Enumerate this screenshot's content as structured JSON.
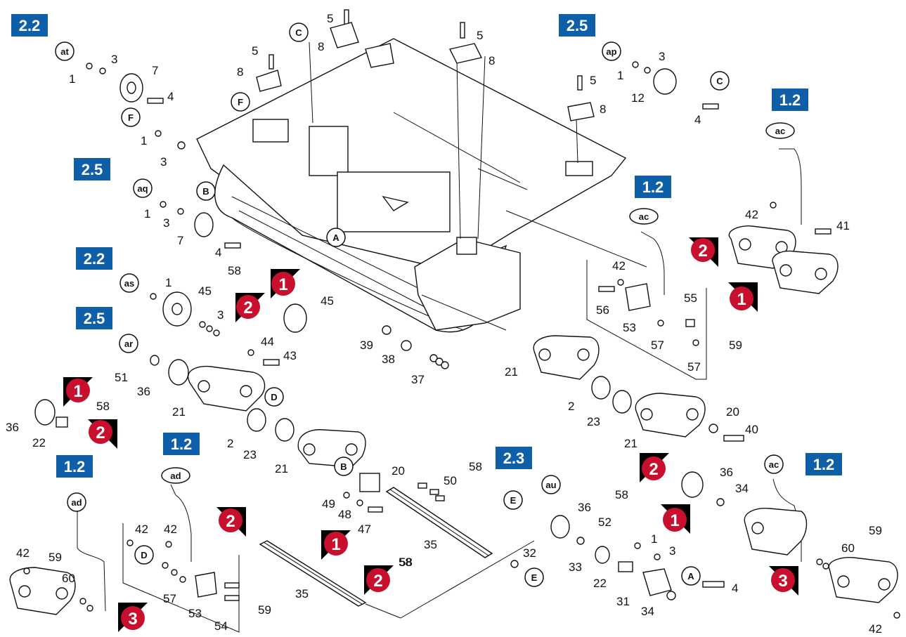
{
  "colors": {
    "section_badge": "#0f5ea8",
    "step_circle": "#c8102e",
    "step_corner": "#000000",
    "ink": "#111111"
  },
  "sections": [
    {
      "id": "s1",
      "label": "2.2"
    },
    {
      "id": "s2",
      "label": "2.5"
    },
    {
      "id": "s3",
      "label": "2.5"
    },
    {
      "id": "s4",
      "label": "2.2"
    },
    {
      "id": "s5",
      "label": "2.5"
    },
    {
      "id": "s6",
      "label": "1.2"
    },
    {
      "id": "s7",
      "label": "1.2"
    },
    {
      "id": "s8",
      "label": "1.2"
    },
    {
      "id": "s9",
      "label": "1.2"
    },
    {
      "id": "s10",
      "label": "2.3"
    },
    {
      "id": "s11",
      "label": "1.2"
    }
  ],
  "refs": [
    {
      "id": "r1",
      "label": "at"
    },
    {
      "id": "r2",
      "label": "F"
    },
    {
      "id": "r3",
      "label": "C"
    },
    {
      "id": "r4",
      "label": "F"
    },
    {
      "id": "r5",
      "label": "B"
    },
    {
      "id": "r6",
      "label": "aq"
    },
    {
      "id": "r7",
      "label": "A"
    },
    {
      "id": "r8",
      "label": "ap"
    },
    {
      "id": "r9",
      "label": "C"
    },
    {
      "id": "r10",
      "label": "ac"
    },
    {
      "id": "r11",
      "label": "ac"
    },
    {
      "id": "r12",
      "label": "as"
    },
    {
      "id": "r13",
      "label": "ar"
    },
    {
      "id": "r14",
      "label": "D"
    },
    {
      "id": "r15",
      "label": "B"
    },
    {
      "id": "r16",
      "label": "ad"
    },
    {
      "id": "r17",
      "label": "ad"
    },
    {
      "id": "r18",
      "label": "D"
    },
    {
      "id": "r19",
      "label": "au"
    },
    {
      "id": "r20",
      "label": "E"
    },
    {
      "id": "r21",
      "label": "E"
    },
    {
      "id": "r22",
      "label": "A"
    },
    {
      "id": "r23",
      "label": "ac"
    }
  ],
  "steps": [
    {
      "id": "t1",
      "label": "2"
    },
    {
      "id": "t2",
      "label": "1"
    },
    {
      "id": "t3",
      "label": "1"
    },
    {
      "id": "t4",
      "label": "2"
    },
    {
      "id": "t5",
      "label": "1"
    },
    {
      "id": "t6",
      "label": "2"
    },
    {
      "id": "t7",
      "label": "2"
    },
    {
      "id": "t8",
      "label": "1"
    },
    {
      "id": "t9",
      "label": "2"
    },
    {
      "id": "t10",
      "label": "2"
    },
    {
      "id": "t11",
      "label": "1"
    },
    {
      "id": "t12",
      "label": "3"
    },
    {
      "id": "t13",
      "label": "3"
    }
  ],
  "part_numbers": [
    {
      "id": "p1",
      "label": "5"
    },
    {
      "id": "p2",
      "label": "8"
    },
    {
      "id": "p3",
      "label": "5"
    },
    {
      "id": "p4",
      "label": "8"
    },
    {
      "id": "p5",
      "label": "5"
    },
    {
      "id": "p6",
      "label": "8"
    },
    {
      "id": "p7",
      "label": "5"
    },
    {
      "id": "p8",
      "label": "8"
    },
    {
      "id": "p9",
      "label": "3"
    },
    {
      "id": "p10",
      "label": "1"
    },
    {
      "id": "p11",
      "label": "7"
    },
    {
      "id": "p12",
      "label": "4"
    },
    {
      "id": "p13",
      "label": "1"
    },
    {
      "id": "p14",
      "label": "3"
    },
    {
      "id": "p15",
      "label": "1"
    },
    {
      "id": "p16",
      "label": "3"
    },
    {
      "id": "p17",
      "label": "7"
    },
    {
      "id": "p18",
      "label": "4"
    },
    {
      "id": "p19",
      "label": "3"
    },
    {
      "id": "p20",
      "label": "1"
    },
    {
      "id": "p21",
      "label": "12"
    },
    {
      "id": "p22",
      "label": "4"
    },
    {
      "id": "p23",
      "label": "42"
    },
    {
      "id": "p24",
      "label": "41"
    },
    {
      "id": "p25",
      "label": "58"
    },
    {
      "id": "p26",
      "label": "1"
    },
    {
      "id": "p27",
      "label": "45"
    },
    {
      "id": "p28",
      "label": "3"
    },
    {
      "id": "p29",
      "label": "45"
    },
    {
      "id": "p30",
      "label": "44"
    },
    {
      "id": "p31",
      "label": "43"
    },
    {
      "id": "p32",
      "label": "51"
    },
    {
      "id": "p33",
      "label": "36"
    },
    {
      "id": "p34",
      "label": "58"
    },
    {
      "id": "p35",
      "label": "21"
    },
    {
      "id": "p36",
      "label": "36"
    },
    {
      "id": "p37",
      "label": "22"
    },
    {
      "id": "p38",
      "label": "2"
    },
    {
      "id": "p39",
      "label": "23"
    },
    {
      "id": "p40",
      "label": "21"
    },
    {
      "id": "p41",
      "label": "42"
    },
    {
      "id": "p42",
      "label": "55"
    },
    {
      "id": "p43",
      "label": "56"
    },
    {
      "id": "p44",
      "label": "53"
    },
    {
      "id": "p45",
      "label": "57"
    },
    {
      "id": "p46",
      "label": "59"
    },
    {
      "id": "p47",
      "label": "57"
    },
    {
      "id": "p48",
      "label": "39"
    },
    {
      "id": "p49",
      "label": "38"
    },
    {
      "id": "p50",
      "label": "37"
    },
    {
      "id": "p51",
      "label": "21"
    },
    {
      "id": "p52",
      "label": "2"
    },
    {
      "id": "p53",
      "label": "23"
    },
    {
      "id": "p54",
      "label": "20"
    },
    {
      "id": "p55",
      "label": "40"
    },
    {
      "id": "p56",
      "label": "21"
    },
    {
      "id": "p57",
      "label": "36"
    },
    {
      "id": "p58",
      "label": "34"
    },
    {
      "id": "p59",
      "label": "58"
    },
    {
      "id": "p60",
      "label": "50"
    },
    {
      "id": "p61",
      "label": "20"
    },
    {
      "id": "p62",
      "label": "49"
    },
    {
      "id": "p63",
      "label": "48"
    },
    {
      "id": "p64",
      "label": "47"
    },
    {
      "id": "p65",
      "label": "35"
    },
    {
      "id": "p66",
      "label": "58"
    },
    {
      "id": "p67",
      "label": "32"
    },
    {
      "id": "p68",
      "label": "35"
    },
    {
      "id": "p69",
      "label": "58"
    },
    {
      "id": "p70",
      "label": "36"
    },
    {
      "id": "p71",
      "label": "52"
    },
    {
      "id": "p72",
      "label": "1"
    },
    {
      "id": "p73",
      "label": "3"
    },
    {
      "id": "p74",
      "label": "33"
    },
    {
      "id": "p75",
      "label": "22"
    },
    {
      "id": "p76",
      "label": "31"
    },
    {
      "id": "p77",
      "label": "34"
    },
    {
      "id": "p78",
      "label": "4"
    },
    {
      "id": "p79",
      "label": "42"
    },
    {
      "id": "p80",
      "label": "59"
    },
    {
      "id": "p81",
      "label": "60"
    },
    {
      "id": "p82",
      "label": "42"
    },
    {
      "id": "p83",
      "label": "42"
    },
    {
      "id": "p84",
      "label": "57"
    },
    {
      "id": "p85",
      "label": "53"
    },
    {
      "id": "p86",
      "label": "54"
    },
    {
      "id": "p87",
      "label": "59"
    },
    {
      "id": "p88",
      "label": "59"
    },
    {
      "id": "p89",
      "label": "60"
    },
    {
      "id": "p90",
      "label": "42"
    },
    {
      "id": "p91",
      "label": "58"
    }
  ]
}
